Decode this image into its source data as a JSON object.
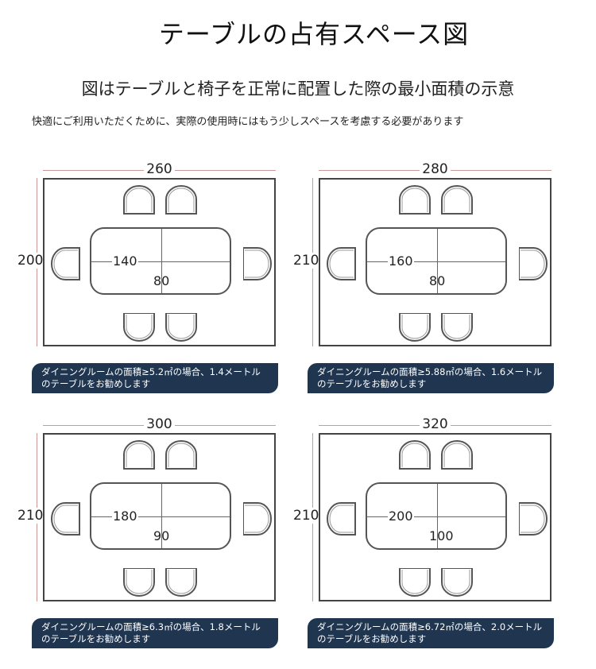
{
  "title": "テーブルの占有スペース図",
  "subtitle": "図はテーブルと椅子を正常に配置した際の最小面積の示意",
  "note": "快適にご利用いただくために、実際の使用時にはもう少しスペースを考慮する必要があります",
  "panels": [
    {
      "width": "260",
      "height": "200",
      "table_length": "140",
      "table_depth": "80",
      "banner_line1": "ダイニングルームの面積≥5.2㎡の場合、1.4メートル",
      "banner_line2": "のテーブルをお勧めします"
    },
    {
      "width": "280",
      "height": "210",
      "table_length": "160",
      "table_depth": "80",
      "banner_line1": "ダイニングルームの面積≥5.88㎡の場合、1.6メートル",
      "banner_line2": "のテーブルをお勧めします"
    },
    {
      "width": "300",
      "height": "210",
      "table_length": "180",
      "table_depth": "90",
      "banner_line1": "ダイニングルームの面積≥6.3㎡の場合、1.8メートル",
      "banner_line2": "のテーブルをお勧めします"
    },
    {
      "width": "320",
      "height": "210",
      "table_length": "200",
      "table_depth": "100",
      "banner_line1": "ダイニングルームの面積≥6.72㎡の場合、2.0メートル",
      "banner_line2": "のテーブルをお勧めします"
    }
  ]
}
